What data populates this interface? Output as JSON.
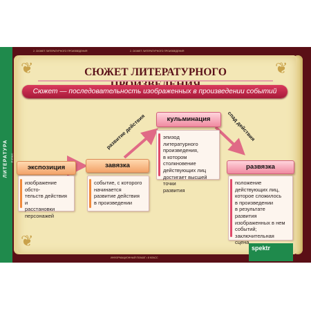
{
  "side": {
    "title": "ЛИТЕРАТУРА",
    "subtitle": "8 класс"
  },
  "strip": {
    "left": "2. СЮЖЕТ ЛИТЕРАТУРНОГО ПРОИЗВЕДЕНИЯ",
    "center": "2. СЮЖЕТ ЛИТЕРАТУРНОГО ПРОИЗВЕДЕНИЯ",
    "bottom": "ИНФОРМАЦИОННЫЙ ПЛАКАТ • 8 КЛАСС"
  },
  "title": "СЮЖЕТ ЛИТЕРАТУРНОГО ПРОИЗВЕДЕНИЯ",
  "definition": "Сюжет — последовательность изображенных в произведении событий",
  "nodes": {
    "exposition": "экспозиция",
    "tie": "завязка",
    "climax": "кульминация",
    "denouement": "развязка"
  },
  "labels": {
    "rising": "развитие действия",
    "falling": "спад действия"
  },
  "descriptions": {
    "exposition": [
      "изображение обсто-",
      "тельств действия и",
      "расстановки",
      "персонажей"
    ],
    "tie": [
      "событие, с которого",
      "начинается",
      "развитие действия",
      "в произведении"
    ],
    "climax": [
      "эпизод литературного",
      "произведения,",
      "в котором столкновение",
      "действующих лиц",
      "достигает высшей точки",
      "развития"
    ],
    "denouement": [
      "положение",
      "действующих лиц,",
      "которое сложилось",
      "в произведении",
      "в результате развития",
      "изображенных в нем",
      "событий;",
      "заключительная сцена"
    ]
  },
  "logo": "spektr",
  "colors": {
    "maroon": "#5a0f16",
    "green": "#1f8a4c",
    "parchment": "#f3e7b6",
    "accent": "#d93a5c"
  }
}
